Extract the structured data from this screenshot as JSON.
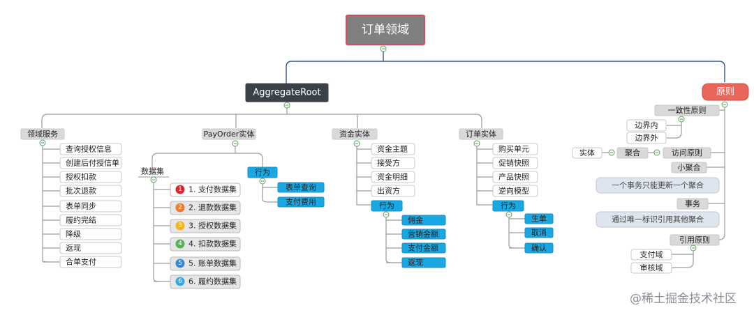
{
  "root": {
    "label": "订单领域"
  },
  "branches": {
    "aggregate_root": {
      "label": "AggregateRoot"
    },
    "principles": {
      "label": "原则"
    }
  },
  "domain_service": {
    "label": "领域服务",
    "items": [
      "查询授权信息",
      "创建后付授信单",
      "授权扣款",
      "批次退款",
      "表单同步",
      "履约完结",
      "降级",
      "返现",
      "合单支付"
    ]
  },
  "payorder": {
    "label": "PayOrder实体",
    "dataset": {
      "label": "数据集",
      "items": [
        {
          "num": "1",
          "label": "1. 支付数据集",
          "color": "#e0272f"
        },
        {
          "num": "2",
          "label": "2. 退款数据集",
          "color": "#f07a2a"
        },
        {
          "num": "3",
          "label": "3. 授权数据集",
          "color": "#f4b41a"
        },
        {
          "num": "4",
          "label": "4. 扣款数据集",
          "color": "#5ab05a"
        },
        {
          "num": "5",
          "label": "5. 账单数据集",
          "color": "#3a86d6"
        },
        {
          "num": "6",
          "label": "6. 履约数据集",
          "color": "#37a8e0"
        }
      ]
    },
    "behavior": {
      "label": "行为",
      "items": [
        "表单查询",
        "支付费用"
      ]
    }
  },
  "fund_entity": {
    "label": "资金实体",
    "items": [
      "资金主题",
      "接受方",
      "资金明细",
      "出资方"
    ],
    "behavior": {
      "label": "行为",
      "items": [
        "佣金",
        "营销金额",
        "支付金额",
        "返现"
      ]
    }
  },
  "order_entity": {
    "label": "订单实体",
    "items": [
      "购买单元",
      "促销快照",
      "产品快照",
      "逆向模型"
    ],
    "behavior": {
      "label": "行为",
      "items": [
        "生单",
        "取消",
        "确认"
      ]
    }
  },
  "principles": {
    "consistency": {
      "label": "一致性原则",
      "items": [
        "边界内",
        "边界外"
      ]
    },
    "access": {
      "label": "访问原则",
      "aggregate": "聚合",
      "entity": "实体"
    },
    "small_aggregate": "小聚合",
    "transaction": {
      "label": "事务",
      "note": "一个事务只能更新一个聚合"
    },
    "reference": {
      "label": "引用原则",
      "note": "通过唯一标识引用其他聚合",
      "items": [
        "支付域",
        "审核域"
      ]
    }
  },
  "watermark": "@稀土掘金技术社区",
  "colors": {
    "root_fill": "#808080",
    "root_border": "#d44b5a",
    "aggregate_fill": "#3a4148",
    "principle_fill": "#e8665a",
    "behavior_fill": "#1aa7e2",
    "gray_label": "#d9d9d9",
    "line": "#9a9a9a",
    "root_line": "#37558f"
  }
}
